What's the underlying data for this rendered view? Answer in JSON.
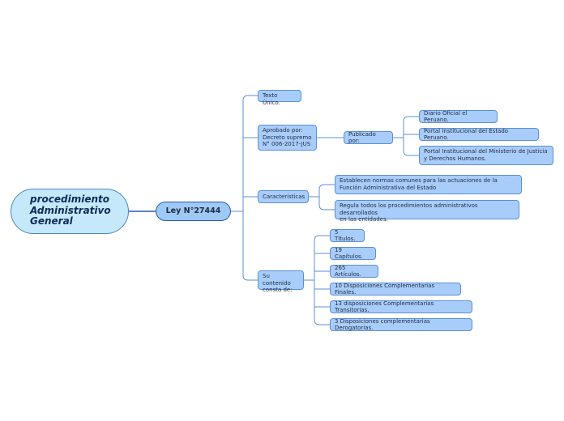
{
  "root": {
    "label": "procedimiento\nAdministrativo\nGeneral"
  },
  "main": {
    "label": "Ley N°27444"
  },
  "branches": {
    "texto": "Texto Único.",
    "aprobado": "Aprobado por:\nDecreto supremo\nN° 006-2017-JUS",
    "publicado": "Publicado por:",
    "publicado_items": [
      "Diario Oficial el Peruano.",
      "Portal Institucional del Estado Peruano.",
      "Portal Institucional del Ministerio de Justicia\ny Derechos Humanos."
    ],
    "caracteristicas": "Características",
    "caracteristicas_items": [
      "Establecen normas comunes para las actuaciones de la\nFunción Administrativa del Estado",
      "Regula todos los procedimientos administrativos desarrollados\nen las entidades."
    ],
    "contenido": "Su contenido\n consta de:",
    "contenido_items": [
      "5 Títulos.",
      "19 Capítulos.",
      "265 Artículos.",
      "10 Disposiciones Complementarias Finales.",
      "13 disposiciones Complementarias Transitorias.",
      "3 Disposiciones complementarias Derogatorias."
    ]
  },
  "colors": {
    "connector": "#5b8fd4",
    "main_connector": "#2a5da8",
    "node_fill": "#a9cdfa",
    "root_fill": "#c5e8fa"
  }
}
